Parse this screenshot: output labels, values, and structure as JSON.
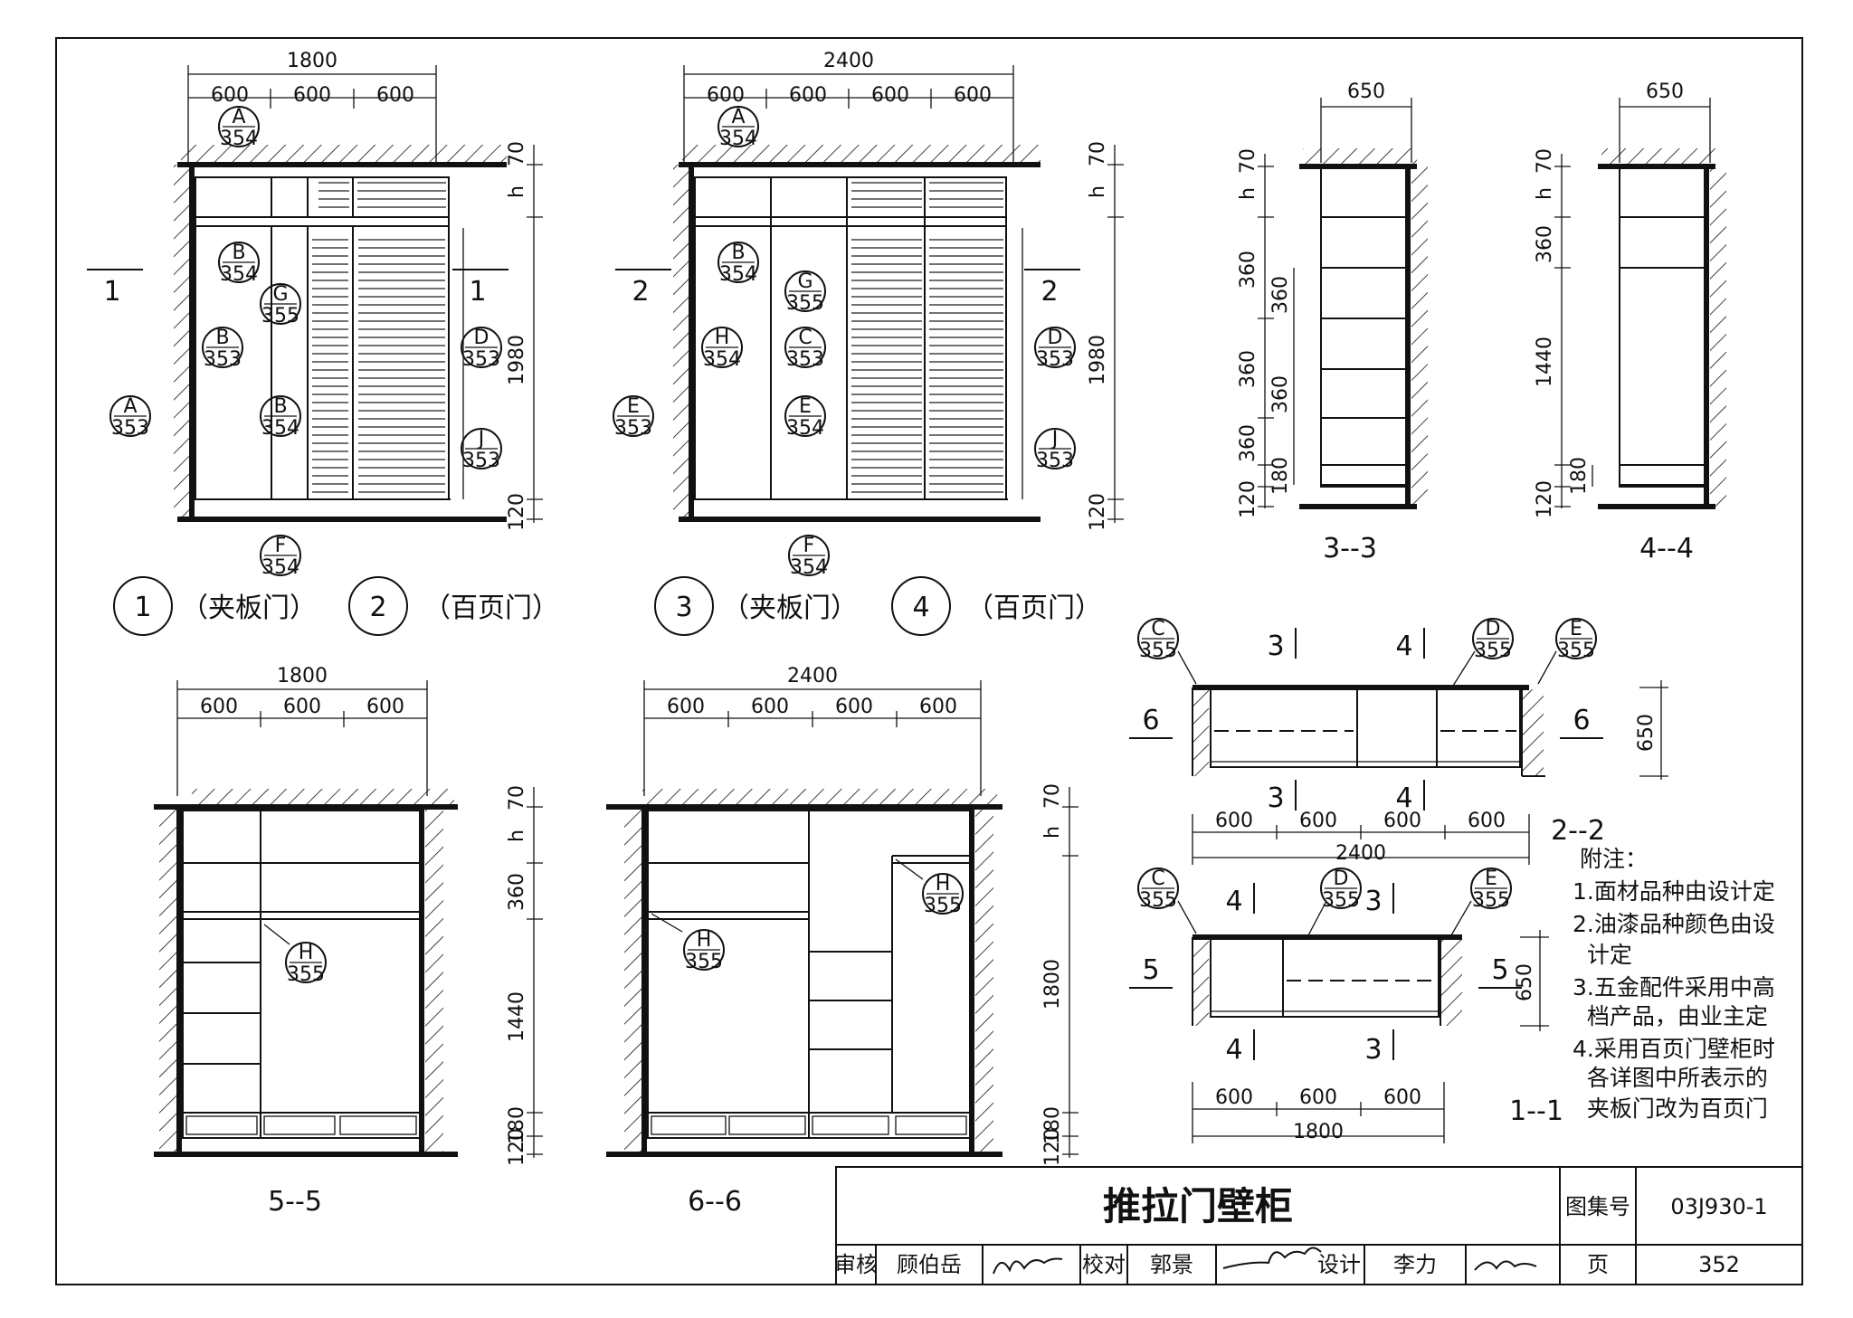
{
  "front_views": {
    "v1": {
      "total": "1800",
      "segments": [
        "600",
        "600",
        "600"
      ],
      "section_left": "1",
      "section_right": "1",
      "height_dims": [
        "70",
        "h",
        "1980",
        "120"
      ],
      "callouts": [
        {
          "letter": "A",
          "sheet": "354"
        },
        {
          "letter": "B",
          "sheet": "354"
        },
        {
          "letter": "G",
          "sheet": "355"
        },
        {
          "letter": "B",
          "sheet": "353"
        },
        {
          "letter": "A",
          "sheet": "353"
        },
        {
          "letter": "B",
          "sheet": "354"
        },
        {
          "letter": "D",
          "sheet": "353"
        },
        {
          "letter": "J",
          "sheet": "353"
        },
        {
          "letter": "F",
          "sheet": "354"
        }
      ]
    },
    "v2": {
      "total": "2400",
      "segments": [
        "600",
        "600",
        "600",
        "600"
      ],
      "section_left": "2",
      "section_right": "2",
      "height_dims": [
        "70",
        "h",
        "1980",
        "120"
      ],
      "callouts": [
        {
          "letter": "A",
          "sheet": "354"
        },
        {
          "letter": "B",
          "sheet": "354"
        },
        {
          "letter": "G",
          "sheet": "355"
        },
        {
          "letter": "H",
          "sheet": "354"
        },
        {
          "letter": "C",
          "sheet": "353"
        },
        {
          "letter": "D",
          "sheet": "353"
        },
        {
          "letter": "E",
          "sheet": "353"
        },
        {
          "letter": "E",
          "sheet": "354"
        },
        {
          "letter": "J",
          "sheet": "353"
        },
        {
          "letter": "F",
          "sheet": "354"
        }
      ]
    }
  },
  "captions": [
    {
      "num": "1",
      "text": "（夹板门）"
    },
    {
      "num": "2",
      "text": "（百页门）"
    },
    {
      "num": "3",
      "text": "（夹板门）"
    },
    {
      "num": "4",
      "text": "（百页门）"
    }
  ],
  "section_33": {
    "label": "3--3",
    "width": "650",
    "left_dims": [
      "70",
      "h",
      "360",
      "360",
      "360",
      "120"
    ],
    "inner_dims": [
      "360",
      "360",
      "180"
    ]
  },
  "section_44": {
    "label": "4--4",
    "width": "650",
    "left_dims": [
      "70",
      "h",
      "360",
      "1440",
      "120"
    ],
    "inner_dims": [
      "180"
    ]
  },
  "section_55": {
    "label": "5--5",
    "total": "1800",
    "segments": [
      "600",
      "600",
      "600"
    ],
    "right_dims": [
      "70",
      "h",
      "360",
      "1440",
      "180",
      "120"
    ],
    "callout": {
      "letter": "H",
      "sheet": "355"
    }
  },
  "section_66": {
    "label": "6--6",
    "total": "2400",
    "segments": [
      "600",
      "600",
      "600",
      "600"
    ],
    "right_dims": [
      "70",
      "h",
      "1800",
      "180",
      "120"
    ],
    "callouts": [
      {
        "letter": "H",
        "sheet": "355"
      },
      {
        "letter": "H",
        "sheet": "355"
      }
    ]
  },
  "plan_22": {
    "label": "2--2",
    "cut_top": [
      "3",
      "4"
    ],
    "cut_bottom": [
      "3",
      "4"
    ],
    "cut_sides": [
      "6",
      "6"
    ],
    "depth": "650",
    "segments": [
      "600",
      "600",
      "600",
      "600"
    ],
    "total": "2400",
    "callouts": [
      {
        "letter": "C",
        "sheet": "355"
      },
      {
        "letter": "D",
        "sheet": "355"
      },
      {
        "letter": "E",
        "sheet": "355"
      }
    ]
  },
  "plan_11": {
    "label": "1--1",
    "cut_top": [
      "4",
      "3"
    ],
    "cut_bottom": [
      "4",
      "3"
    ],
    "cut_sides": [
      "5",
      "5"
    ],
    "depth": "650",
    "segments": [
      "600",
      "600",
      "600"
    ],
    "total": "1800",
    "callouts": [
      {
        "letter": "C",
        "sheet": "355"
      },
      {
        "letter": "D",
        "sheet": "355"
      },
      {
        "letter": "E",
        "sheet": "355"
      }
    ]
  },
  "notes": {
    "heading": "附注：",
    "lines": [
      "1.面材品种由设计定",
      "2.油漆品种颜色由设",
      "  计定",
      "3.五金配件采用中高",
      "  档产品，由业主定",
      "4.采用百页门壁柜时",
      "  各详图中所表示的",
      "  夹板门改为百页门"
    ]
  },
  "title_block": {
    "title": "推拉门壁柜",
    "atlas_label": "图集号",
    "atlas_no": "03J930-1",
    "review_label": "审核",
    "reviewer": "顾伯岳",
    "check_label": "校对",
    "checker": "郭景",
    "design_label": "设计",
    "designer": "李力",
    "page_label": "页",
    "page_no": "352"
  }
}
